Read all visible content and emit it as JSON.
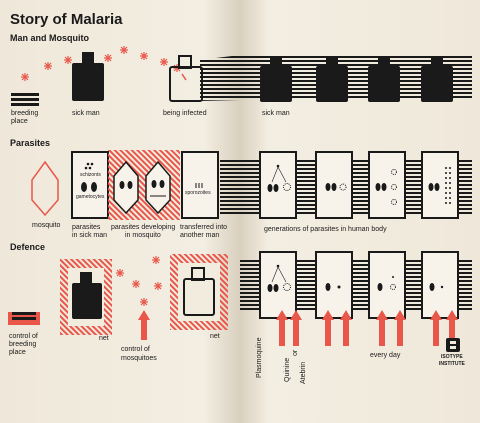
{
  "title": "Story of Malaria",
  "sections": {
    "man_and_mosquito": "Man and Mosquito",
    "parasites": "Parasites",
    "defence": "Defence"
  },
  "labels": {
    "breeding_place": "breeding place",
    "breeding_line1": "breeding",
    "breeding_line2": "place",
    "sick_man": "sick man",
    "being_infected": "being infected",
    "sick_man_right": "sick man",
    "mosquito": "mosquito",
    "parasites_sick_man_line1": "parasites",
    "parasites_sick_man_line2": "in sick man",
    "developing_line1": "parasites developing",
    "developing_line2": "in mosquito",
    "transferred_line1": "transferred into",
    "transferred_line2": "another man",
    "generations": "generations of parasites in human body",
    "schizonts": "schizonts",
    "gametocytes": "gametocytes",
    "sporozoites": "sporozoites",
    "control_breeding_line1": "control of",
    "control_breeding_line2": "breeding",
    "control_breeding_line3": "place",
    "net_left": "net",
    "net_right": "net",
    "control_mosq_line1": "control of",
    "control_mosq_line2": "mosquitoes",
    "plasmoquine": "Plasmoquine",
    "quinine_line1": "Quinine",
    "quinine_line2": "or",
    "quinine_line3": "Atebrin",
    "every_day": "every day",
    "isotype_line1": "ISOTYPE",
    "isotype_line2": "INSTITUTE"
  },
  "colors": {
    "ink": "#1a1a1a",
    "accent": "#e8574a",
    "paper": "#f2ecdf"
  }
}
